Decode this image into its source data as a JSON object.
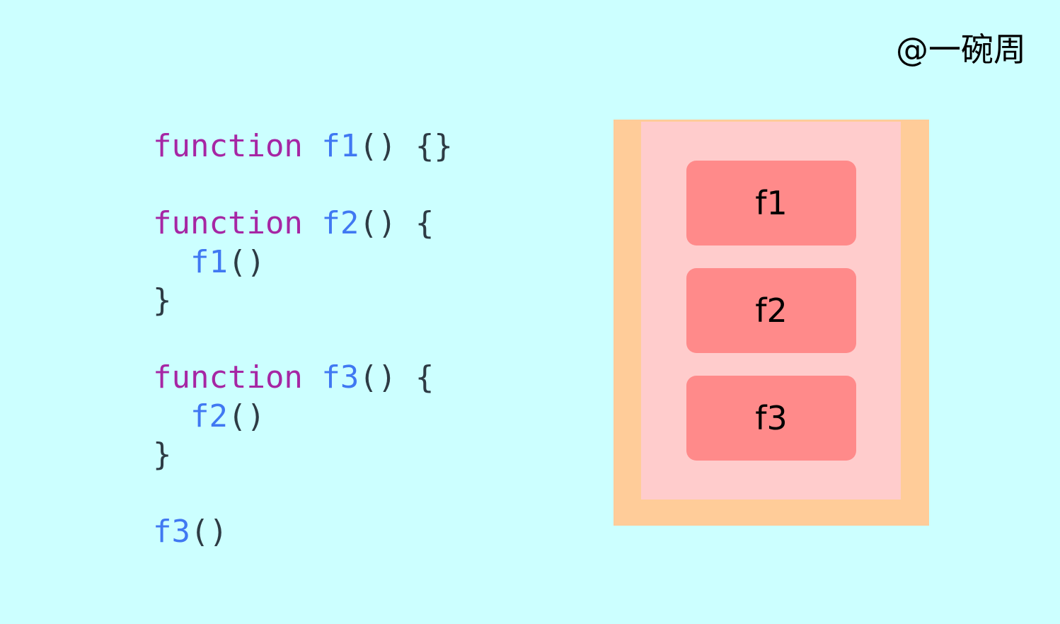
{
  "watermark": "@一碗周",
  "code": {
    "lines": [
      [
        {
          "t": "function",
          "c": "kw"
        },
        {
          "t": " ",
          "c": "pun"
        },
        {
          "t": "f1",
          "c": "fn"
        },
        {
          "t": "() {}",
          "c": "pun"
        }
      ],
      [],
      [
        {
          "t": "function",
          "c": "kw"
        },
        {
          "t": " ",
          "c": "pun"
        },
        {
          "t": "f2",
          "c": "fn"
        },
        {
          "t": "() {",
          "c": "pun"
        }
      ],
      [
        {
          "t": "  ",
          "c": "pun"
        },
        {
          "t": "f1",
          "c": "fn"
        },
        {
          "t": "()",
          "c": "pun"
        }
      ],
      [
        {
          "t": "}",
          "c": "pun"
        }
      ],
      [],
      [
        {
          "t": "function",
          "c": "kw"
        },
        {
          "t": " ",
          "c": "pun"
        },
        {
          "t": "f3",
          "c": "fn"
        },
        {
          "t": "() {",
          "c": "pun"
        }
      ],
      [
        {
          "t": "  ",
          "c": "pun"
        },
        {
          "t": "f2",
          "c": "fn"
        },
        {
          "t": "()",
          "c": "pun"
        }
      ],
      [
        {
          "t": "}",
          "c": "pun"
        }
      ],
      [],
      [
        {
          "t": "f3",
          "c": "fn"
        },
        {
          "t": "()",
          "c": "pun"
        }
      ]
    ]
  },
  "call_stack": {
    "frames": [
      "f1",
      "f2",
      "f3"
    ]
  },
  "colors": {
    "background": "#ccffff",
    "keyword": "#a626a4",
    "function_name": "#4078f2",
    "punctuation": "#2d3b44",
    "stack_outer": "#ffcc99",
    "stack_inner": "#ffcccc",
    "frame": "#ff8a8a"
  }
}
